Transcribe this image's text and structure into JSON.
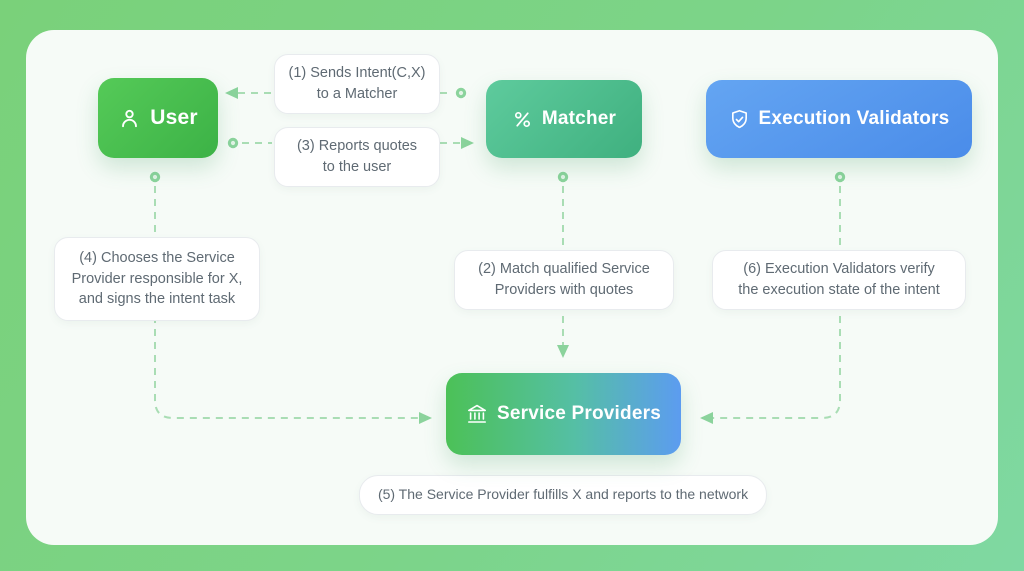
{
  "diagram": {
    "nodes": [
      {
        "id": "user",
        "label": "User",
        "icon": "user-icon"
      },
      {
        "id": "matcher",
        "label": "Matcher",
        "icon": "percent-icon"
      },
      {
        "id": "execution_validators",
        "label": "Execution Validators",
        "icon": "shield-check-icon"
      },
      {
        "id": "service_providers",
        "label": "Service Providers",
        "icon": "bank-icon"
      }
    ],
    "steps": [
      {
        "num": "1",
        "lines": [
          "(1) Sends Intent(C,X)",
          "to a Matcher"
        ]
      },
      {
        "num": "2",
        "lines": [
          "(2) Match qualified Service",
          "Providers with quotes"
        ]
      },
      {
        "num": "3",
        "lines": [
          "(3) Reports quotes",
          "to the user"
        ]
      },
      {
        "num": "4",
        "lines": [
          "(4) Chooses the Service",
          "Provider responsible for X,",
          "and signs the intent task"
        ]
      },
      {
        "num": "5",
        "lines": [
          "(5) The Service Provider fulfills X and reports to the network"
        ]
      },
      {
        "num": "6",
        "lines": [
          "(6) Execution Validators verify",
          "the execution state of the intent"
        ]
      }
    ],
    "connectors": [
      {
        "step": "1",
        "start": "matcher",
        "arrow_points_to": "user",
        "style": "dashed"
      },
      {
        "step": "3",
        "start": "user",
        "arrow_points_to": "matcher",
        "style": "dashed"
      },
      {
        "step": "2",
        "start": "matcher",
        "arrow_points_to": "service_providers",
        "style": "dashed"
      },
      {
        "step": "4",
        "start": "user",
        "arrow_points_to": "service_providers",
        "style": "dashed-elbow"
      },
      {
        "step": "6",
        "start": "execution_validators",
        "arrow_points_to": "service_providers",
        "style": "dashed-elbow"
      }
    ],
    "colors": {
      "frame_start": "#7ad17a",
      "frame_end": "#7fd8a2",
      "panel": "#f6fbf7",
      "user_start": "#55ca58",
      "user_end": "#3cb246",
      "matcher_start": "#5ecb9d",
      "matcher_end": "#3fb07f",
      "validators_start": "#64a5f2",
      "validators_end": "#4a8ce9",
      "providers_start": "#4cc157",
      "providers_end": "#5c9cf0",
      "connector_dash": "#a9ddb4",
      "connector_arrow": "#8bd39c",
      "label_text": "#5f6a73"
    }
  }
}
